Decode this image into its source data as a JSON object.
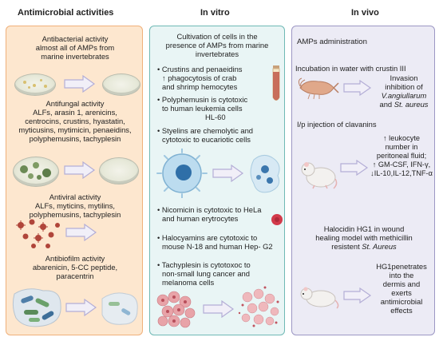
{
  "columns": {
    "left_title": "Antimicrobial activities",
    "mid_title": "In vitro",
    "right_title": "In vivo"
  },
  "left": {
    "antibacterial": [
      "Antibacterial activity",
      "almost all of AMPs from",
      "marine invertebrates"
    ],
    "antifungal": [
      "Antifungal activity",
      "ALFs, arasin 1, arenicins,",
      "centrocins, crustins, hyastatin,",
      "myticusins, mytimicin, penaeidins,",
      "polyphemusins,  tachyplesin"
    ],
    "antiviral": [
      "Antiviral activity",
      "ALFs, myticins, mytilins,",
      "polyphemusins,  tachyplesin"
    ],
    "antibiofilm": [
      "Antibiofilm activity",
      "abarenicin, 5-CC peptide,",
      "paracentrin"
    ]
  },
  "mid": {
    "intro": [
      "Cultivation of  cells in the",
      "presence of AMPs from marine",
      "invertebrates"
    ],
    "b1": [
      "• Crustins and penaeidins",
      "↑ phagocytosis  of crab",
      "and  shrimp hemocytes"
    ],
    "b2": [
      "• Polyphemusin is cytotoxic",
      "to human leukemia cells",
      "HL-60"
    ],
    "b3": [
      "• Styelins are chemolytic and",
      "cytotoxic to eucariotic cells"
    ],
    "b4": [
      "• Nicomicin is cytotoxic to HeLa",
      "and human erytrocytes"
    ],
    "b5": [
      "• Halocyamins are cytotoxic to",
      "mouse N-18 and human Hep- G2"
    ],
    "b6": [
      "• Tachyplesin is cytotoxoc to",
      "non-small lung cancer and",
      "melanoma cells"
    ]
  },
  "right": {
    "amps": "AMPs administration",
    "crustin": "Incubation in water with crustin III",
    "invasion": [
      "Invasion",
      "inhibition of"
    ],
    "invasion_it1": "V.angiullarum",
    "invasion_and": "and",
    "invasion_it2": "St. aureus",
    "clavanins": "I/p injection of clavanins",
    "leuko": [
      "↑  leukocyte",
      "number in",
      "peritoneal fluid;",
      "↑ GM-CSF, IFN-γ,",
      "↓IL-10,IL-12,TNF-α"
    ],
    "halocidin": [
      "Halocidin HG1 in wound",
      "healing model with methicillin",
      "resistent"
    ],
    "halocidin_it": "St. Aureus",
    "hg1": [
      "HG1penetrates",
      "into the",
      "dermis and",
      "exerts",
      "antimicrobial",
      "effects"
    ]
  },
  "colors": {
    "left_bg": "#fde7cf",
    "left_border": "#f0b07a",
    "mid_bg": "#e9f5f5",
    "mid_border": "#6fb9b5",
    "right_bg": "#ecebf5",
    "right_border": "#9c97c4",
    "arrow_fill": "#f1eff8",
    "arrow_stroke": "#b4aed6"
  }
}
